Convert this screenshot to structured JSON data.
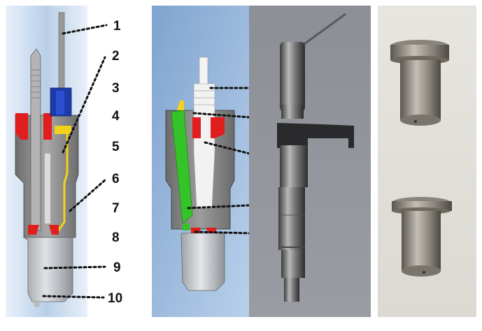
{
  "callouts": {
    "c1": "1",
    "c2": "2",
    "c3": "3",
    "c4": "4",
    "c5": "5",
    "c6": "6",
    "c7": "7",
    "c8": "8",
    "c9": "9",
    "c10": "10"
  },
  "colors": {
    "panel_bg_light": "#cfe0f2",
    "panel_bg_mid": "#8fb0d6",
    "steel_body": "#8f8f8f",
    "seal_red": "#e01e1e",
    "fuel_yellow": "#f2d21a",
    "cap_blue": "#1c3aa8",
    "fuel_green": "#34c42a",
    "photo_bg_1": "#8a8c94",
    "photo_bg_2": "#e4e2dc"
  },
  "icons": [
    "cutaway-injector-section",
    "fuel-path-section",
    "injector-photo",
    "nozzle-sleeve-photo"
  ]
}
